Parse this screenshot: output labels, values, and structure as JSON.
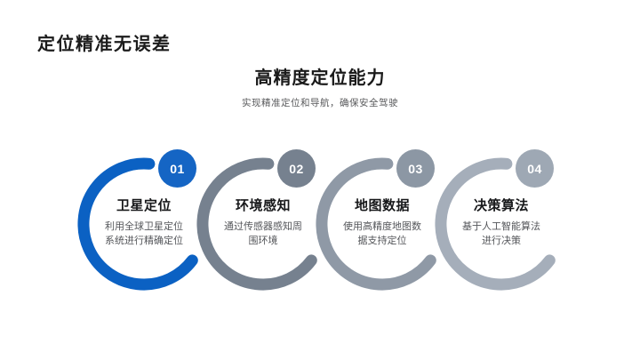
{
  "slide": {
    "title": "定位精准无误差",
    "heading": "高精度定位能力",
    "subtitle": "实现精准定位和导航，确保安全驾驶",
    "background": "#ffffff",
    "title_color": "#1b1b1b",
    "subtitle_color": "#58595b"
  },
  "steps": [
    {
      "number": "01",
      "title": "卫星定位",
      "description": "利用全球卫星定位系统进行精确定位",
      "ring_color": "#0b61c3",
      "badge_color": "#1565c4"
    },
    {
      "number": "02",
      "title": "环境感知",
      "description": "通过传感器感知周围环境",
      "ring_color": "#76818f",
      "badge_color": "#76818f"
    },
    {
      "number": "03",
      "title": "地图数据",
      "description": "使用高精度地图数据支持定位",
      "ring_color": "#8f99a6",
      "badge_color": "#8c97a4"
    },
    {
      "number": "04",
      "title": "决策算法",
      "description": "基于人工智能算法进行决策",
      "ring_color": "#a5aeba",
      "badge_color": "#9ea8b4"
    }
  ]
}
